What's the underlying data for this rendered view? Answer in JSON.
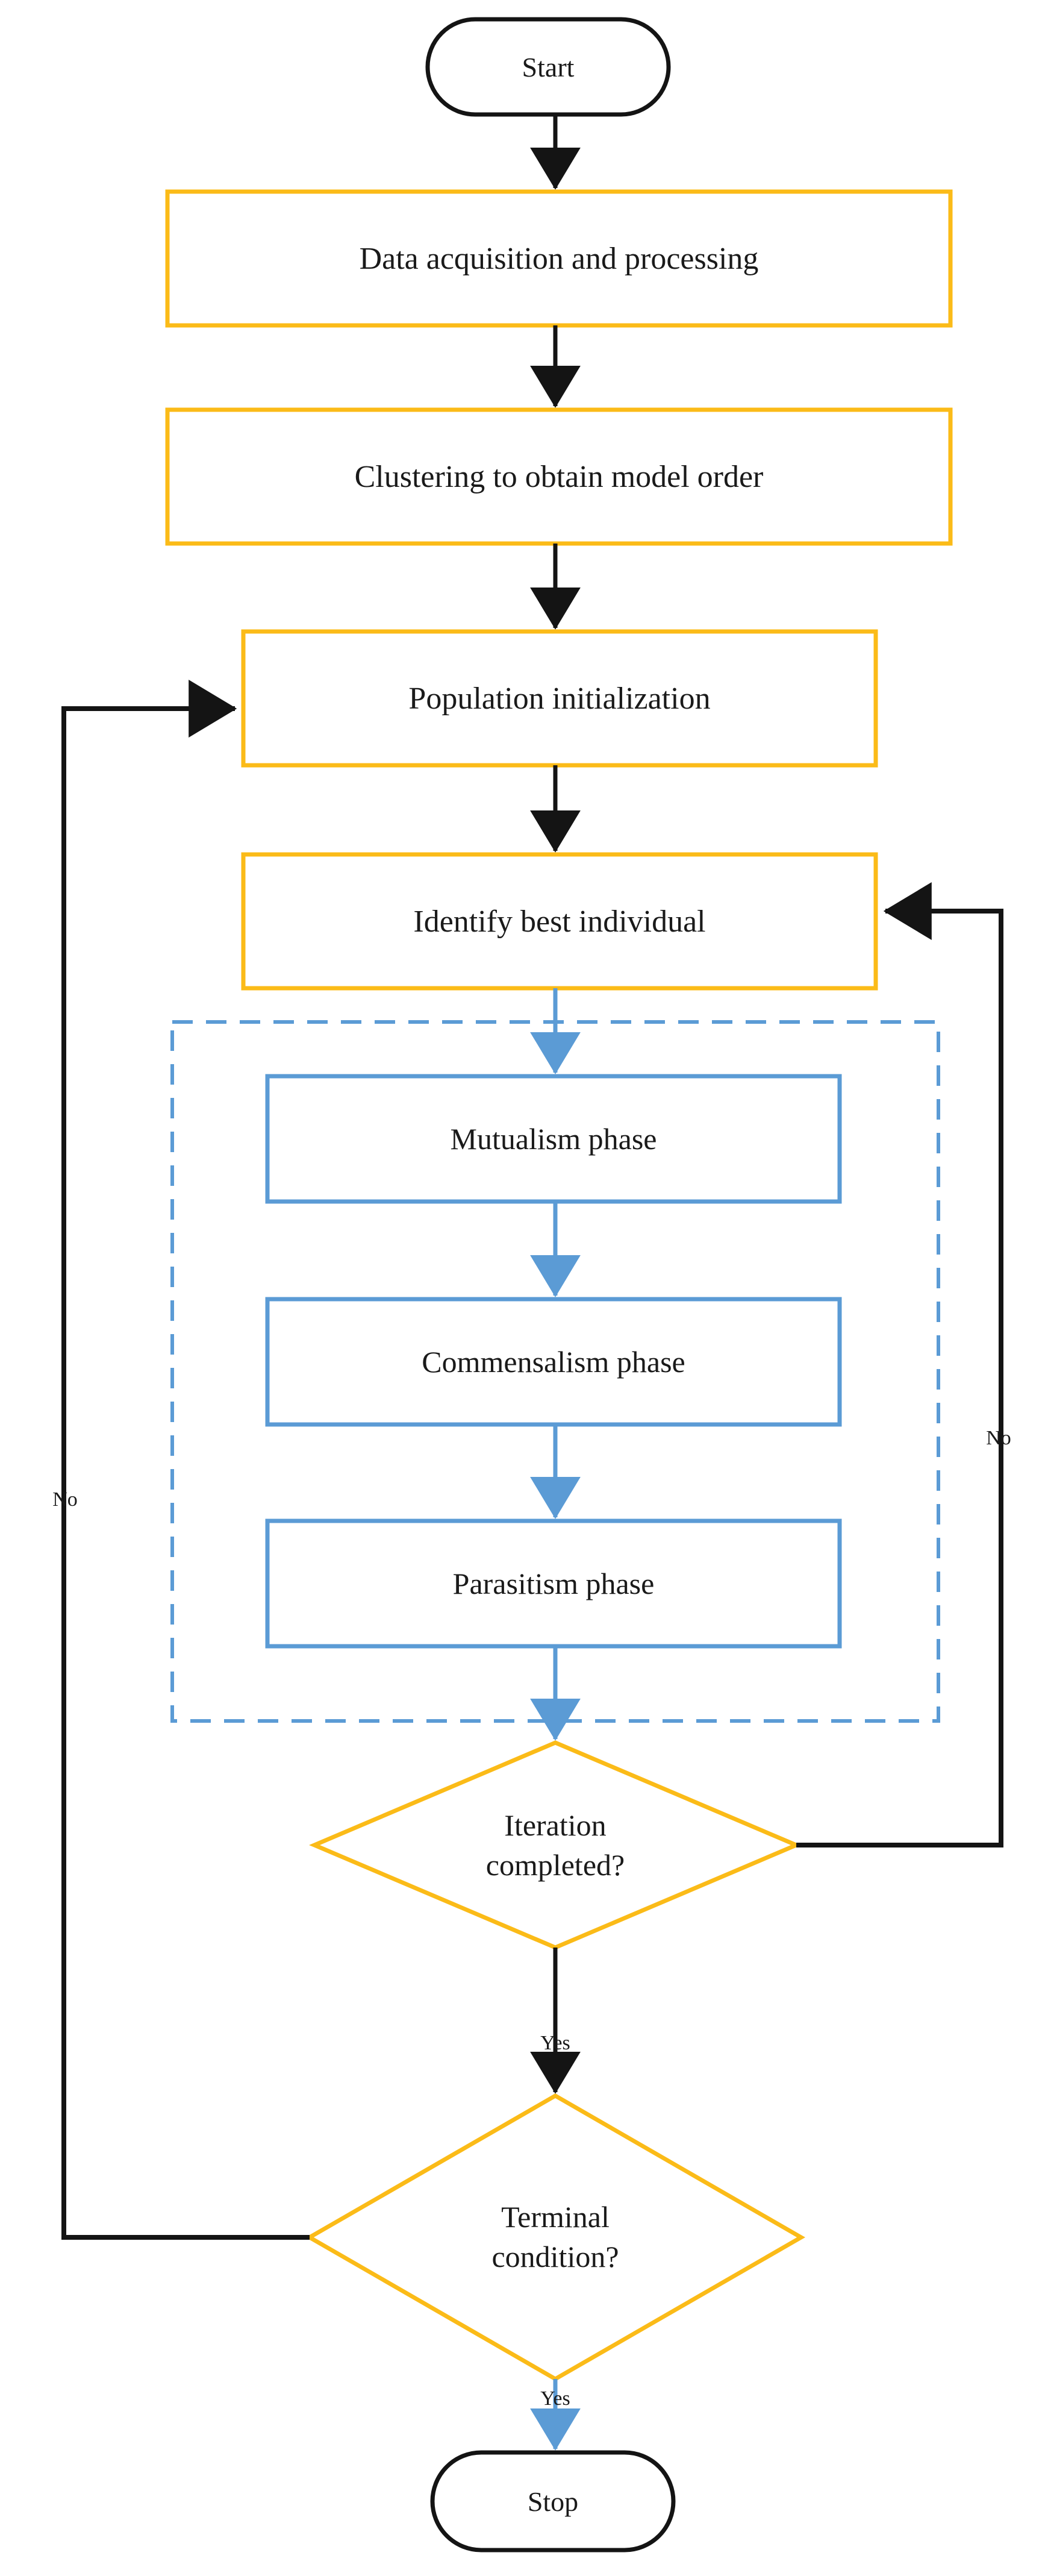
{
  "diagram": {
    "title": "Algorithm flowchart",
    "colors": {
      "terminal_stroke": "#141414",
      "process_stroke": "#FBBB18",
      "decision_stroke": "#FBBB18",
      "phase_stroke": "#5B9BD5",
      "group_stroke": "#5B9BD5",
      "arrow_black": "#141414",
      "arrow_blue": "#5B9BD5",
      "background": "#FFFFFF",
      "text": "#1A1A1A"
    },
    "nodes": [
      {
        "id": "start",
        "shape": "terminator",
        "label": "Start"
      },
      {
        "id": "data",
        "shape": "process",
        "label": "Data acquisition and processing"
      },
      {
        "id": "cluster",
        "shape": "process",
        "label": "Clustering to obtain model order"
      },
      {
        "id": "popinit",
        "shape": "process",
        "label": "Population initialization"
      },
      {
        "id": "identify",
        "shape": "process",
        "label": "Identify best individual"
      },
      {
        "id": "mutualism",
        "shape": "phase",
        "label": "Mutualism phase"
      },
      {
        "id": "commensalism",
        "shape": "phase",
        "label": "Commensalism phase"
      },
      {
        "id": "parasitism",
        "shape": "phase",
        "label": "Parasitism phase"
      },
      {
        "id": "iteration",
        "shape": "decision",
        "label": "Iteration\ncompleted?"
      },
      {
        "id": "terminal",
        "shape": "decision",
        "label": "Terminal\ncondition?"
      },
      {
        "id": "stop",
        "shape": "terminator",
        "label": "Stop"
      }
    ],
    "group": {
      "id": "sos-phases",
      "style": "dashed",
      "members": [
        "mutualism",
        "commensalism",
        "parasitism"
      ]
    },
    "edges": [
      {
        "from": "start",
        "to": "data",
        "label": ""
      },
      {
        "from": "data",
        "to": "cluster",
        "label": ""
      },
      {
        "from": "cluster",
        "to": "popinit",
        "label": ""
      },
      {
        "from": "popinit",
        "to": "identify",
        "label": ""
      },
      {
        "from": "identify",
        "to": "mutualism",
        "label": ""
      },
      {
        "from": "mutualism",
        "to": "commensalism",
        "label": ""
      },
      {
        "from": "commensalism",
        "to": "parasitism",
        "label": ""
      },
      {
        "from": "parasitism",
        "to": "iteration",
        "label": ""
      },
      {
        "from": "iteration",
        "to": "identify",
        "label": "No"
      },
      {
        "from": "iteration",
        "to": "terminal",
        "label": "Yes"
      },
      {
        "from": "terminal",
        "to": "popinit",
        "label": "No"
      },
      {
        "from": "terminal",
        "to": "stop",
        "label": "Yes"
      }
    ],
    "edge_labels": {
      "iteration_no": "No",
      "iteration_yes": "Yes",
      "terminal_no": "No",
      "terminal_yes": "Yes"
    }
  }
}
